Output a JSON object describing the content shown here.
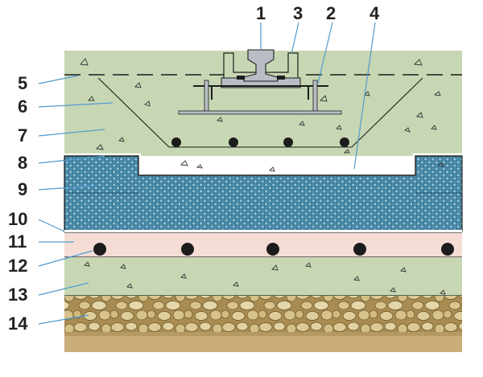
{
  "labels": [
    "1",
    "2",
    "3",
    "4",
    "5",
    "6",
    "7",
    "8",
    "9",
    "10",
    "11",
    "12",
    "13",
    "14"
  ],
  "colors": {
    "concrete": "#c7d7b3",
    "grid_layer": "#4a8fb0",
    "grid_dark": "#1f4e66",
    "pink_layer": "#f5ddd6",
    "gravel": "#b59a5c",
    "stone": "#d9c690",
    "ground": "#c9ad7a",
    "line": "#1c1c1c",
    "leader": "#4f9bd1",
    "steel": "#b8bec4"
  }
}
